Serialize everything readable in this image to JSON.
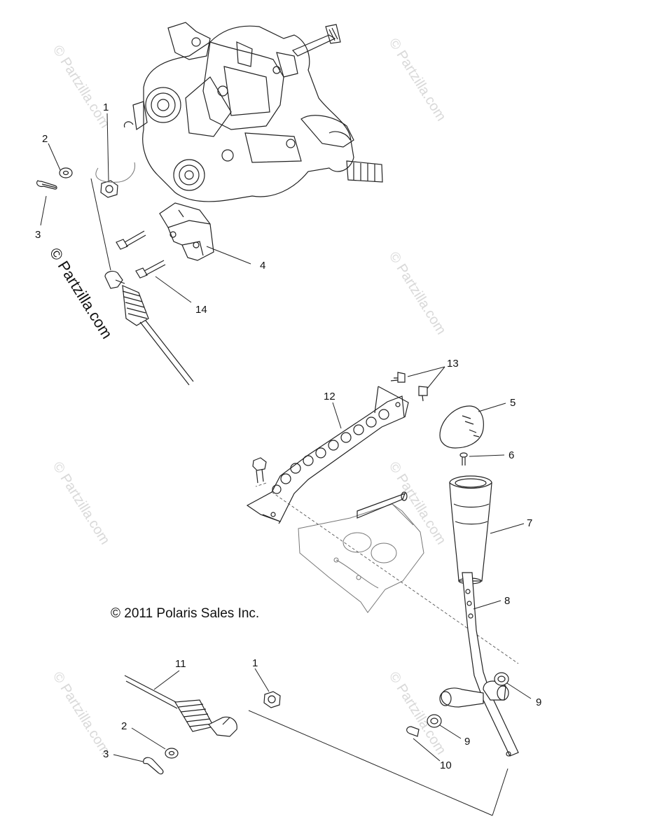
{
  "copyright": "© 2011 Polaris Sales Inc.",
  "watermark": "© Partzilla.com",
  "callouts": {
    "c1_top": "1",
    "c2_top": "2",
    "c3_top": "3",
    "c4": "4",
    "c14": "14",
    "c13": "13",
    "c12": "12",
    "c5": "5",
    "c6": "6",
    "c7": "7",
    "c8": "8",
    "c11": "11",
    "c1_bottom": "1",
    "c2_bottom": "2",
    "c3_bottom": "3",
    "c9_right": "9",
    "c9_mid": "9",
    "c10": "10"
  }
}
